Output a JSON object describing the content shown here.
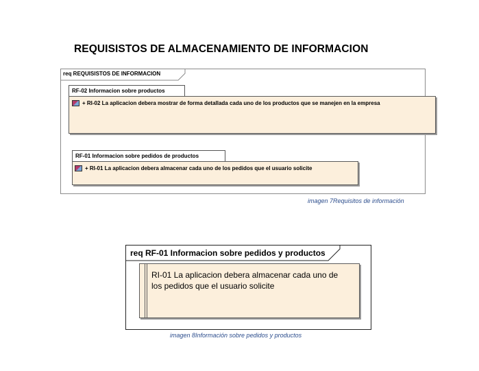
{
  "document": {
    "title": "REQUISISTOS DE ALMACENAMIENTO DE INFORMACION"
  },
  "diagram1": {
    "frame_label": "req REQUISISTOS DE INFORMACION",
    "packages": [
      {
        "label": "RF-02 Informacion sobre productos",
        "requirement": "+ RI-02 La aplicacion debera mostrar de forma detallada cada uno de los productos que se manejen en la empresa"
      },
      {
        "label": "RF-01 Informacion sobre pedidos de productos",
        "requirement": "+ RI-01 La aplicacion debera almacenar cada uno de los pedidos que el usuario solicite"
      }
    ],
    "caption": "imagen 7Requisitos de información"
  },
  "diagram2": {
    "frame_label": "req RF-01 Informacion sobre pedidos y productos",
    "note_text": "RI-01 La aplicacion debera almacenar cada uno de los pedidos que el usuario solicite",
    "caption": "imagen 8Información sobre pedidos y productos"
  },
  "colors": {
    "note_fill": "#fcefdc",
    "caption_text": "#2b4c8c"
  },
  "icons": [
    "requirement-icon"
  ]
}
